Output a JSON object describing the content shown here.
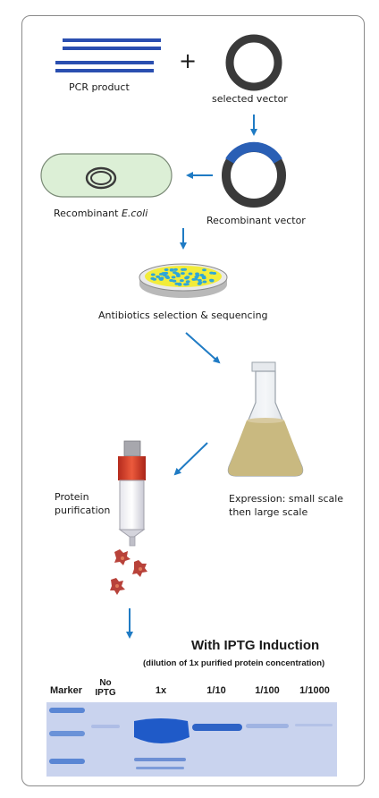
{
  "labels": {
    "pcr_product": "PCR product",
    "plus": "+",
    "selected_vector": "selected  vector",
    "recombinant_ecoli_prefix": "Recombinant ",
    "recombinant_ecoli_italic": "E.coli",
    "recombinant_vector": "Recombinant vector",
    "antibiotics": "Antibiotics selection & sequencing",
    "protein_purification_line1": "Protein",
    "protein_purification_line2": "purification",
    "expression_line1": "Expression: small scale",
    "expression_line2": "then large scale"
  },
  "gel": {
    "title": "With IPTG Induction",
    "subtitle": "(dilution of 1x purified protein concentration)",
    "lanes": [
      {
        "label": "Marker"
      },
      {
        "label_line1": "No",
        "label_line2": "IPTG"
      },
      {
        "label": "1x"
      },
      {
        "label": "1/10"
      },
      {
        "label": "1/100"
      },
      {
        "label": "1/1000"
      }
    ]
  },
  "colors": {
    "arrow": "#1f7bc4",
    "dna_bar": "#2a4fb0",
    "plasmid": "#3a3a3a",
    "insert": "#2a5fb5",
    "ecoli_fill": "#dcefd6",
    "dish_agar": "#f2ec3a",
    "colony": "#2fa6d8",
    "culture": "#c9b980",
    "column_cap": "#d93a2a",
    "gel_bg": "#c9d3ee",
    "band": "#1f5ac8"
  }
}
